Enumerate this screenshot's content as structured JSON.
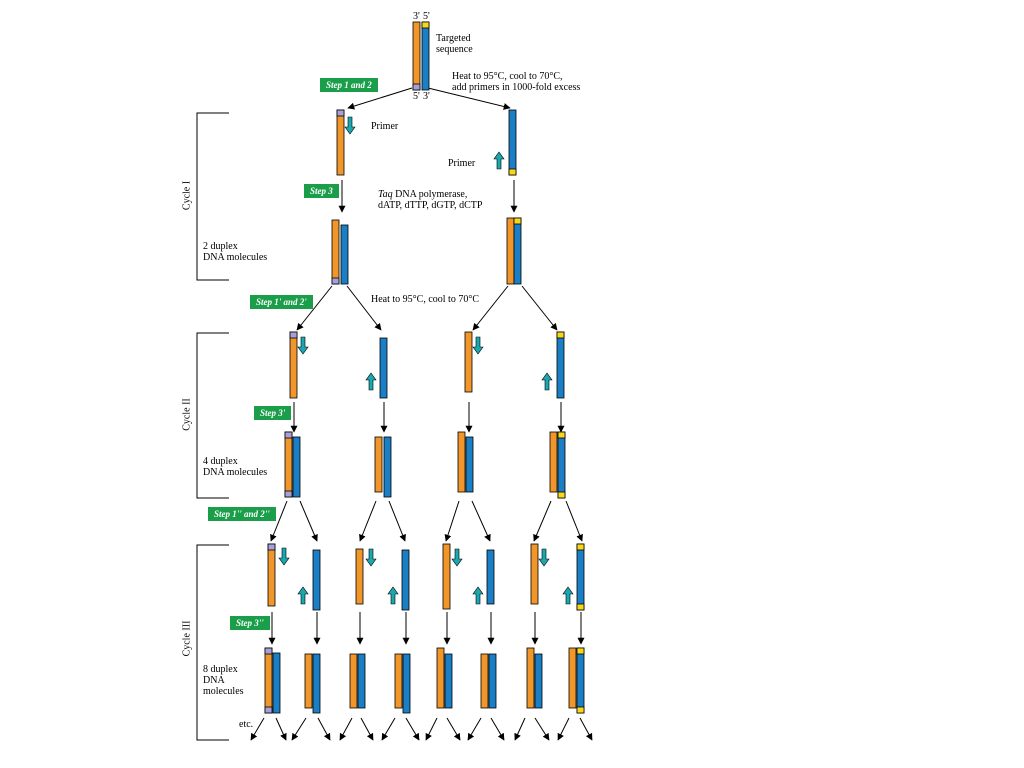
{
  "ends": {
    "top_left": "3'",
    "top_right": "5'",
    "bottom_left": "5'",
    "bottom_right": "3'"
  },
  "labels": {
    "targeted": [
      "Targeted",
      "sequence"
    ],
    "heat1": [
      "Heat to 95°C, cool to 70°C,",
      "add primers in 1000-fold excess"
    ],
    "primer_left": "Primer",
    "primer_right": "Primer",
    "taq": [
      "Taq",
      " DNA polymerase,",
      "dATP, dTTP, dGTP, dCTP"
    ],
    "heat2": "Heat to 95°C, cool to 70°C",
    "duplex2": [
      "2 duplex",
      "DNA molecules"
    ],
    "duplex4": [
      "4 duplex",
      "DNA molecules"
    ],
    "duplex8": [
      "8 duplex",
      "DNA",
      "molecules"
    ],
    "etc": "etc."
  },
  "steps": {
    "s12": "Step 1 and 2",
    "s3": "Step 3",
    "s12p": "Step 1' and 2'",
    "s3p": "Step 3'",
    "s12pp": "Step 1'' and 2''",
    "s3pp": "Step 3''"
  },
  "cycles": {
    "c1": "Cycle I",
    "c2": "Cycle II",
    "c3": "Cycle III"
  },
  "colors": {
    "orange": "#f0962a",
    "blue": "#1a7fc4",
    "purple": "#a79fd6",
    "yellow": "#f7d61c",
    "teal": "#1aa7b0",
    "green": "#1a9e4a"
  }
}
